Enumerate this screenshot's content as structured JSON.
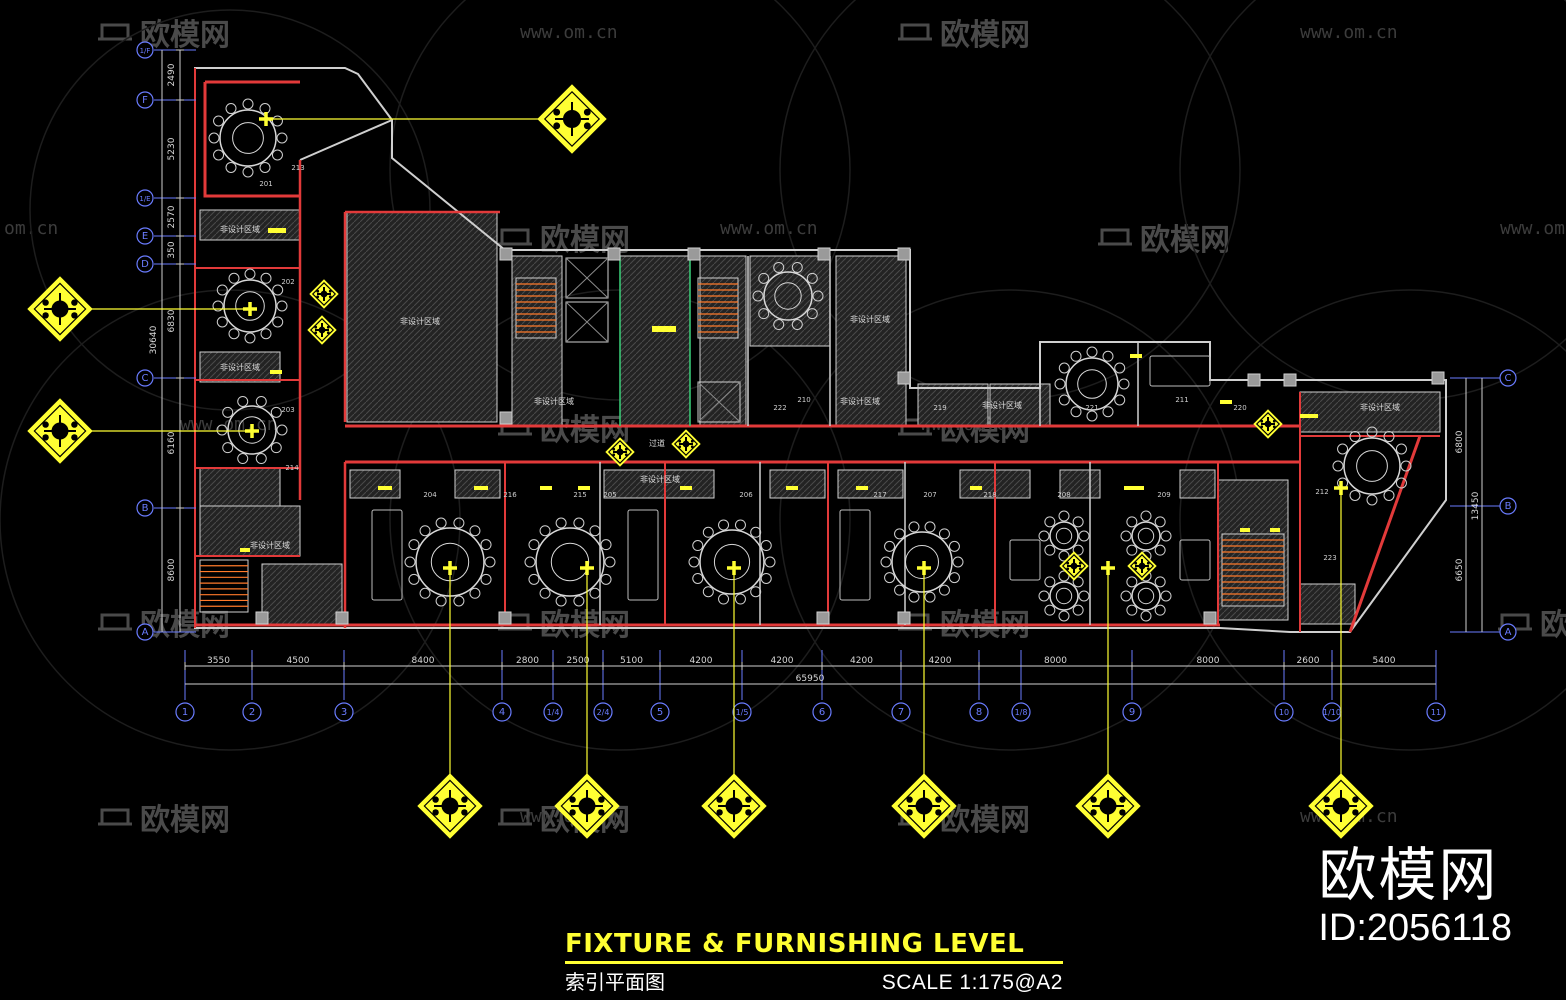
{
  "title": {
    "main": "FIXTURE & FURNISHING LEVEL",
    "subtitle_zh": "索引平面图",
    "scale": "SCALE  1:175@A2"
  },
  "brand": {
    "name": "欧模网",
    "id": "ID:2056118"
  },
  "watermark": {
    "logo_text": "欧模网",
    "url": "www.om.cn",
    "url_short": "om.cn"
  },
  "grid_rows_left": [
    "1/F",
    "F",
    "1/E",
    "E",
    "D",
    "C",
    "B",
    "A"
  ],
  "grid_rows_right": [
    "C",
    "B",
    "A"
  ],
  "grid_cols": [
    "1",
    "2",
    "3",
    "4",
    "1/4",
    "2/4",
    "5",
    "1/5",
    "6",
    "7",
    "8",
    "1/8",
    "9",
    "10",
    "1/10",
    "11"
  ],
  "dims_left": [
    "2490",
    "5230",
    "2570",
    "350",
    "6830",
    "6160",
    "8600"
  ],
  "dim_left_total": "30640",
  "dims_right": [
    "6800",
    "6650"
  ],
  "dim_right_total": "13450",
  "dims_bottom": [
    "3550",
    "4500",
    "8400",
    "2800",
    "2500",
    "5100",
    "4200",
    "4200",
    "4200",
    "4200",
    "8000",
    "8000",
    "2600",
    "5400"
  ],
  "dim_bottom_total": "65950",
  "room_numbers": [
    "201",
    "202",
    "203",
    "204",
    "205",
    "206",
    "207",
    "208",
    "209",
    "210",
    "211",
    "212",
    "213",
    "214",
    "215",
    "216",
    "217",
    "218",
    "219",
    "220",
    "221",
    "222",
    "223"
  ],
  "area_label": "非设计区域",
  "corridor_label": "过道",
  "colors": {
    "background": "#000000",
    "wall": "#e23a3a",
    "wall_inner": "#cfcfcf",
    "hatch": "#3d3d3d",
    "index_symbol": "#ffff33",
    "grid_bubble": "#6a7cff",
    "watermark": "#4a4a4a"
  }
}
